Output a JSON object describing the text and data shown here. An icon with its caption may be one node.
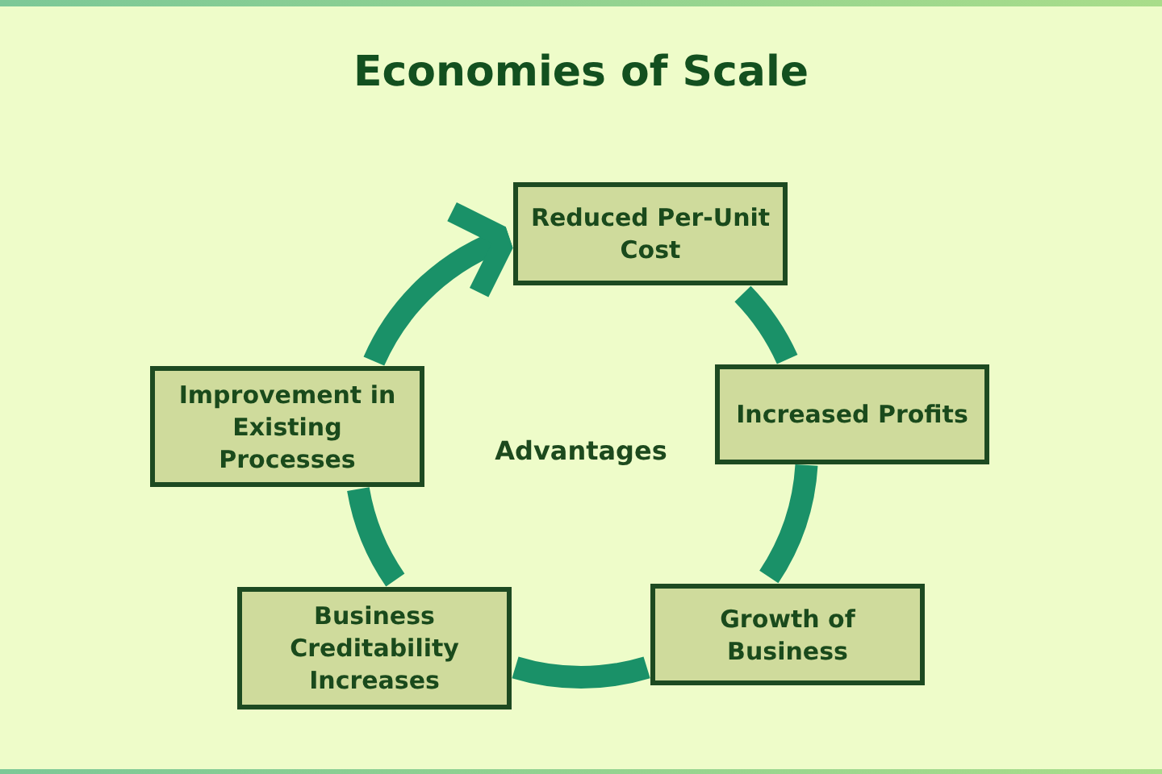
{
  "diagram": {
    "title": "Economies of Scale",
    "nodes": [
      {
        "text": [
          "Reduced Per-Unit Cost"
        ]
      },
      {
        "text": [
          "Increased Profits"
        ]
      },
      {
        "text": [
          "Growth of Business"
        ]
      },
      {
        "text": [
          "Business Creditability Increases"
        ]
      },
      {
        "text": [
          "Improvement in Existing Processes"
        ]
      }
    ],
    "edges": [
      {
        "from": 0,
        "to": 1,
        "arrow": "none"
      },
      {
        "from": 1,
        "to": 2,
        "arrow": "none"
      },
      {
        "from": 2,
        "to": 3,
        "arrow": "none"
      },
      {
        "from": 3,
        "to": 4,
        "arrow": "none"
      },
      {
        "from": 4,
        "to": 0,
        "arrow": "to"
      }
    ],
    "labels": [
      "Advantages"
    ]
  }
}
